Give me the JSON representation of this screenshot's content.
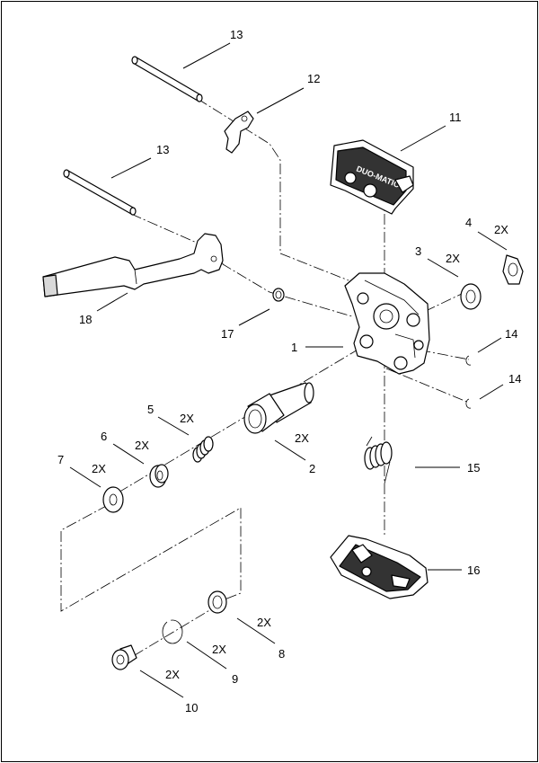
{
  "callouts": [
    {
      "id": "13a",
      "number": "13",
      "qty": ""
    },
    {
      "id": "12",
      "number": "12",
      "qty": ""
    },
    {
      "id": "11",
      "number": "11",
      "qty": ""
    },
    {
      "id": "13b",
      "number": "13",
      "qty": ""
    },
    {
      "id": "4",
      "number": "4",
      "qty": "2X"
    },
    {
      "id": "3",
      "number": "3",
      "qty": "2X"
    },
    {
      "id": "18",
      "number": "18",
      "qty": ""
    },
    {
      "id": "17",
      "number": "17",
      "qty": ""
    },
    {
      "id": "14a",
      "number": "14",
      "qty": ""
    },
    {
      "id": "1",
      "number": "1",
      "qty": ""
    },
    {
      "id": "14b",
      "number": "14",
      "qty": ""
    },
    {
      "id": "5",
      "number": "5",
      "qty": "2X"
    },
    {
      "id": "6",
      "number": "6",
      "qty": "2X"
    },
    {
      "id": "2",
      "number": "2",
      "qty": "2X"
    },
    {
      "id": "7",
      "number": "7",
      "qty": "2X"
    },
    {
      "id": "15",
      "number": "15",
      "qty": ""
    },
    {
      "id": "16",
      "number": "16",
      "qty": ""
    },
    {
      "id": "8",
      "number": "8",
      "qty": "2X"
    },
    {
      "id": "9",
      "number": "9",
      "qty": "2X"
    },
    {
      "id": "10",
      "number": "10",
      "qty": "2X"
    }
  ],
  "decal": {
    "brand": "DUO-MATIC"
  }
}
